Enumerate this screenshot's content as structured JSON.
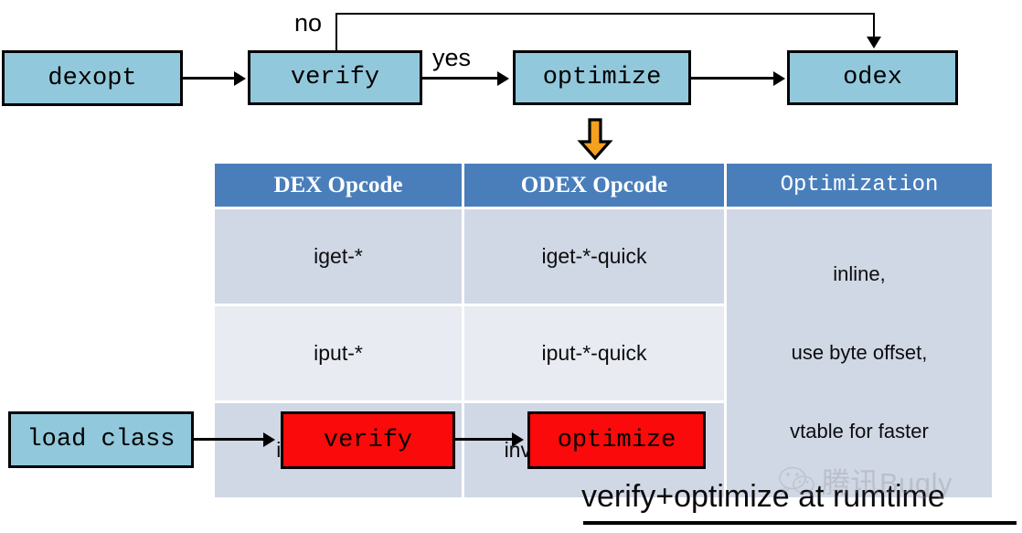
{
  "top_flow": {
    "nodes": [
      {
        "id": "dexopt",
        "label": "dexopt",
        "color": "#92c8dc"
      },
      {
        "id": "verify",
        "label": "verify",
        "color": "#92c8dc"
      },
      {
        "id": "optimize",
        "label": "optimize",
        "color": "#92c8dc"
      },
      {
        "id": "odex",
        "label": "odex",
        "color": "#92c8dc"
      }
    ],
    "edge_labels": {
      "no": "no",
      "yes": "yes"
    }
  },
  "transition_arrow": {
    "icon": "down-arrow-icon",
    "color": "#f5a01e"
  },
  "table": {
    "headers": [
      "DEX Opcode",
      "ODEX Opcode",
      "Optimization"
    ],
    "rows": [
      {
        "dex": "iget-*",
        "odex": "iget-*-quick"
      },
      {
        "dex": "iput-*",
        "odex": "iput-*-quick"
      },
      {
        "dex": "invoke-virtual",
        "odex": "invoke-virtual-quick"
      }
    ],
    "optimization_lines": [
      "inline,",
      "use byte offset,",
      "vtable for faster"
    ],
    "header_color": "#4a7ebb",
    "row_odd_color": "#d0d7e5",
    "row_even_color": "#e9ebf3"
  },
  "bottom_flow": {
    "nodes": [
      {
        "id": "load-class",
        "label": "load class",
        "color": "#92c8dc"
      },
      {
        "id": "verify",
        "label": "verify",
        "color": "#fa0a0a"
      },
      {
        "id": "optimize",
        "label": "optimize",
        "color": "#fa0a0a"
      }
    ]
  },
  "caption": {
    "text": "verify+optimize at rumtime"
  },
  "watermark": {
    "icon": "wechat-icon",
    "text": "腾讯Bugly"
  }
}
